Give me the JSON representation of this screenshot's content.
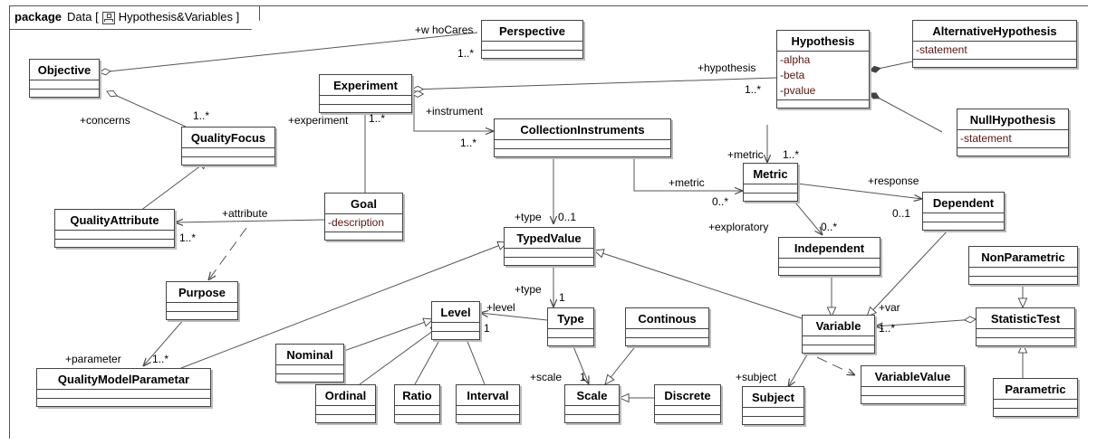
{
  "package": {
    "keyword": "package",
    "name": "Data",
    "diagram_name": "Hypothesis&Variables",
    "icon": "class-diagram-icon"
  },
  "classes": {
    "perspective": {
      "name": "Perspective"
    },
    "objective": {
      "name": "Objective"
    },
    "hypothesis": {
      "name": "Hypothesis",
      "attributes": [
        "-alpha",
        "-beta",
        "-pvalue"
      ]
    },
    "alternative": {
      "name": "AlternativeHypothesis",
      "attributes": [
        "-statement"
      ]
    },
    "experiment": {
      "name": "Experiment"
    },
    "quality_focus": {
      "name": "QualityFocus"
    },
    "collection": {
      "name": "CollectionInstruments"
    },
    "null_hyp": {
      "name": "NullHypothesis",
      "attributes": [
        "-statement"
      ]
    },
    "metric": {
      "name": "Metric"
    },
    "quality_attr": {
      "name": "QualityAttribute"
    },
    "goal": {
      "name": "Goal",
      "attributes": [
        "-description"
      ]
    },
    "dependent": {
      "name": "Dependent"
    },
    "typed_value": {
      "name": "TypedValue"
    },
    "independent": {
      "name": "Independent"
    },
    "nonparametric": {
      "name": "NonParametric"
    },
    "purpose": {
      "name": "Purpose"
    },
    "level": {
      "name": "Level"
    },
    "type": {
      "name": "Type"
    },
    "continous": {
      "name": "Continous"
    },
    "variable": {
      "name": "Variable"
    },
    "statistic": {
      "name": "StatisticTest"
    },
    "nominal": {
      "name": "Nominal"
    },
    "qmp": {
      "name": "QualityModelParametar"
    },
    "ordinal": {
      "name": "Ordinal"
    },
    "ratio": {
      "name": "Ratio"
    },
    "interval": {
      "name": "Interval"
    },
    "scale": {
      "name": "Scale"
    },
    "discrete": {
      "name": "Discrete"
    },
    "subject": {
      "name": "Subject"
    },
    "variable_value": {
      "name": "VariableValue"
    },
    "parametric": {
      "name": "Parametric"
    }
  },
  "labels": {
    "whocares": "+w hoCares",
    "persp_mult": "1..*",
    "hypothesis_role": "+hypothesis",
    "hyp_mult": "1..*",
    "concerns": "+concerns",
    "concerns_mult": "1..*",
    "experiment_role": "+experiment",
    "exp_mult": "1..*",
    "instrument": "+instrument",
    "instr_mult": "1..*",
    "metric_role1": "+metric",
    "metric_mult1": "1..*",
    "response": "+response",
    "metric_role2": "+metric",
    "metric_mult2": "0..*",
    "dep_mult": "0..1",
    "attribute": "+attribute",
    "attr_mult": "1..*",
    "type_role1": "+type",
    "type_mult1": "0..1",
    "exploratory": "+exploratory",
    "indep_mult": "0..*",
    "type_role2": "+type",
    "type_mult2": "1",
    "level_role": "+level",
    "level_mult": "1",
    "var_role": "+var",
    "var_mult": "1..*",
    "parameter": "+parameter",
    "param_mult": "1..*",
    "scale_role": "+scale",
    "scale_mult": "1",
    "subject_role": "+subject"
  }
}
